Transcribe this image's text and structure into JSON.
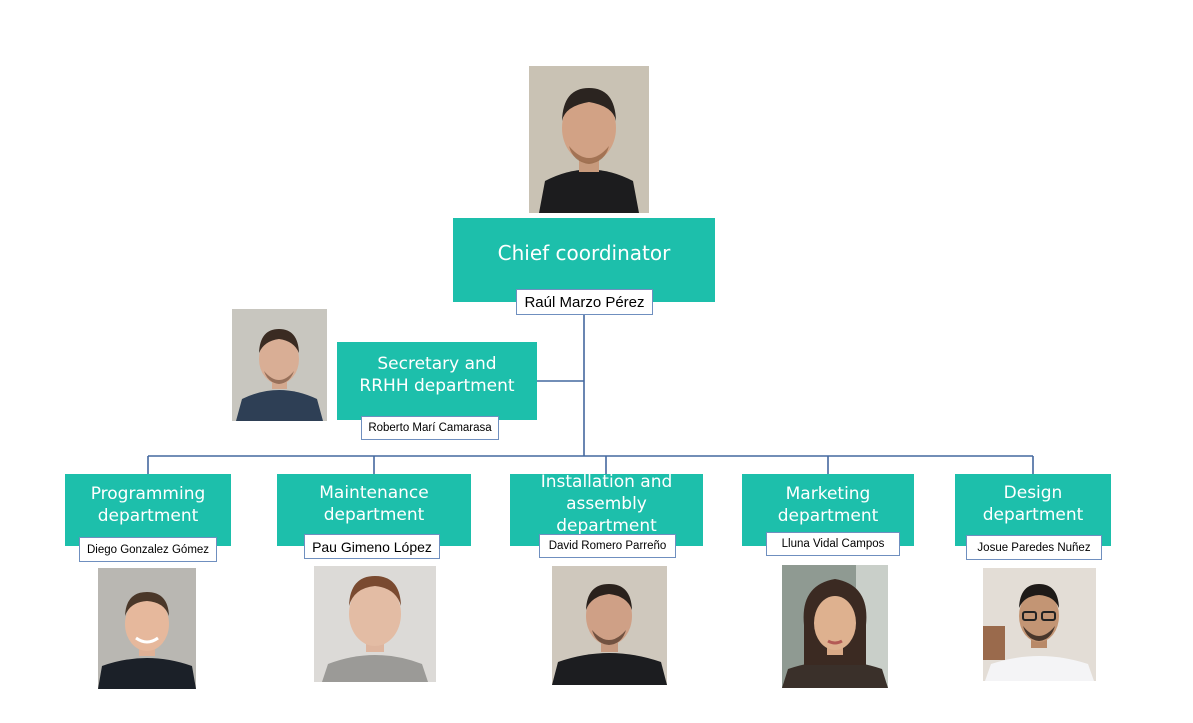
{
  "chief": {
    "title": "Chief coordinator",
    "name": "Raúl Marzo Pérez"
  },
  "secretary": {
    "title": "Secretary and RRHH department",
    "name": "Roberto Marí Camarasa"
  },
  "departments": [
    {
      "title": "Programming department",
      "name": "Diego Gonzalez Gómez"
    },
    {
      "title": "Maintenance department",
      "name": "Pau Gimeno López"
    },
    {
      "title": "Installation and assembly department",
      "name": "David Romero Parreño"
    },
    {
      "title": "Marketing department",
      "name": "Lluna Vidal Campos"
    },
    {
      "title": "Design department",
      "name": "Josue Paredes Nuñez"
    }
  ],
  "colors": {
    "box": "#1dbfab",
    "connector": "#44689f",
    "name_border": "#6f8fbf"
  }
}
